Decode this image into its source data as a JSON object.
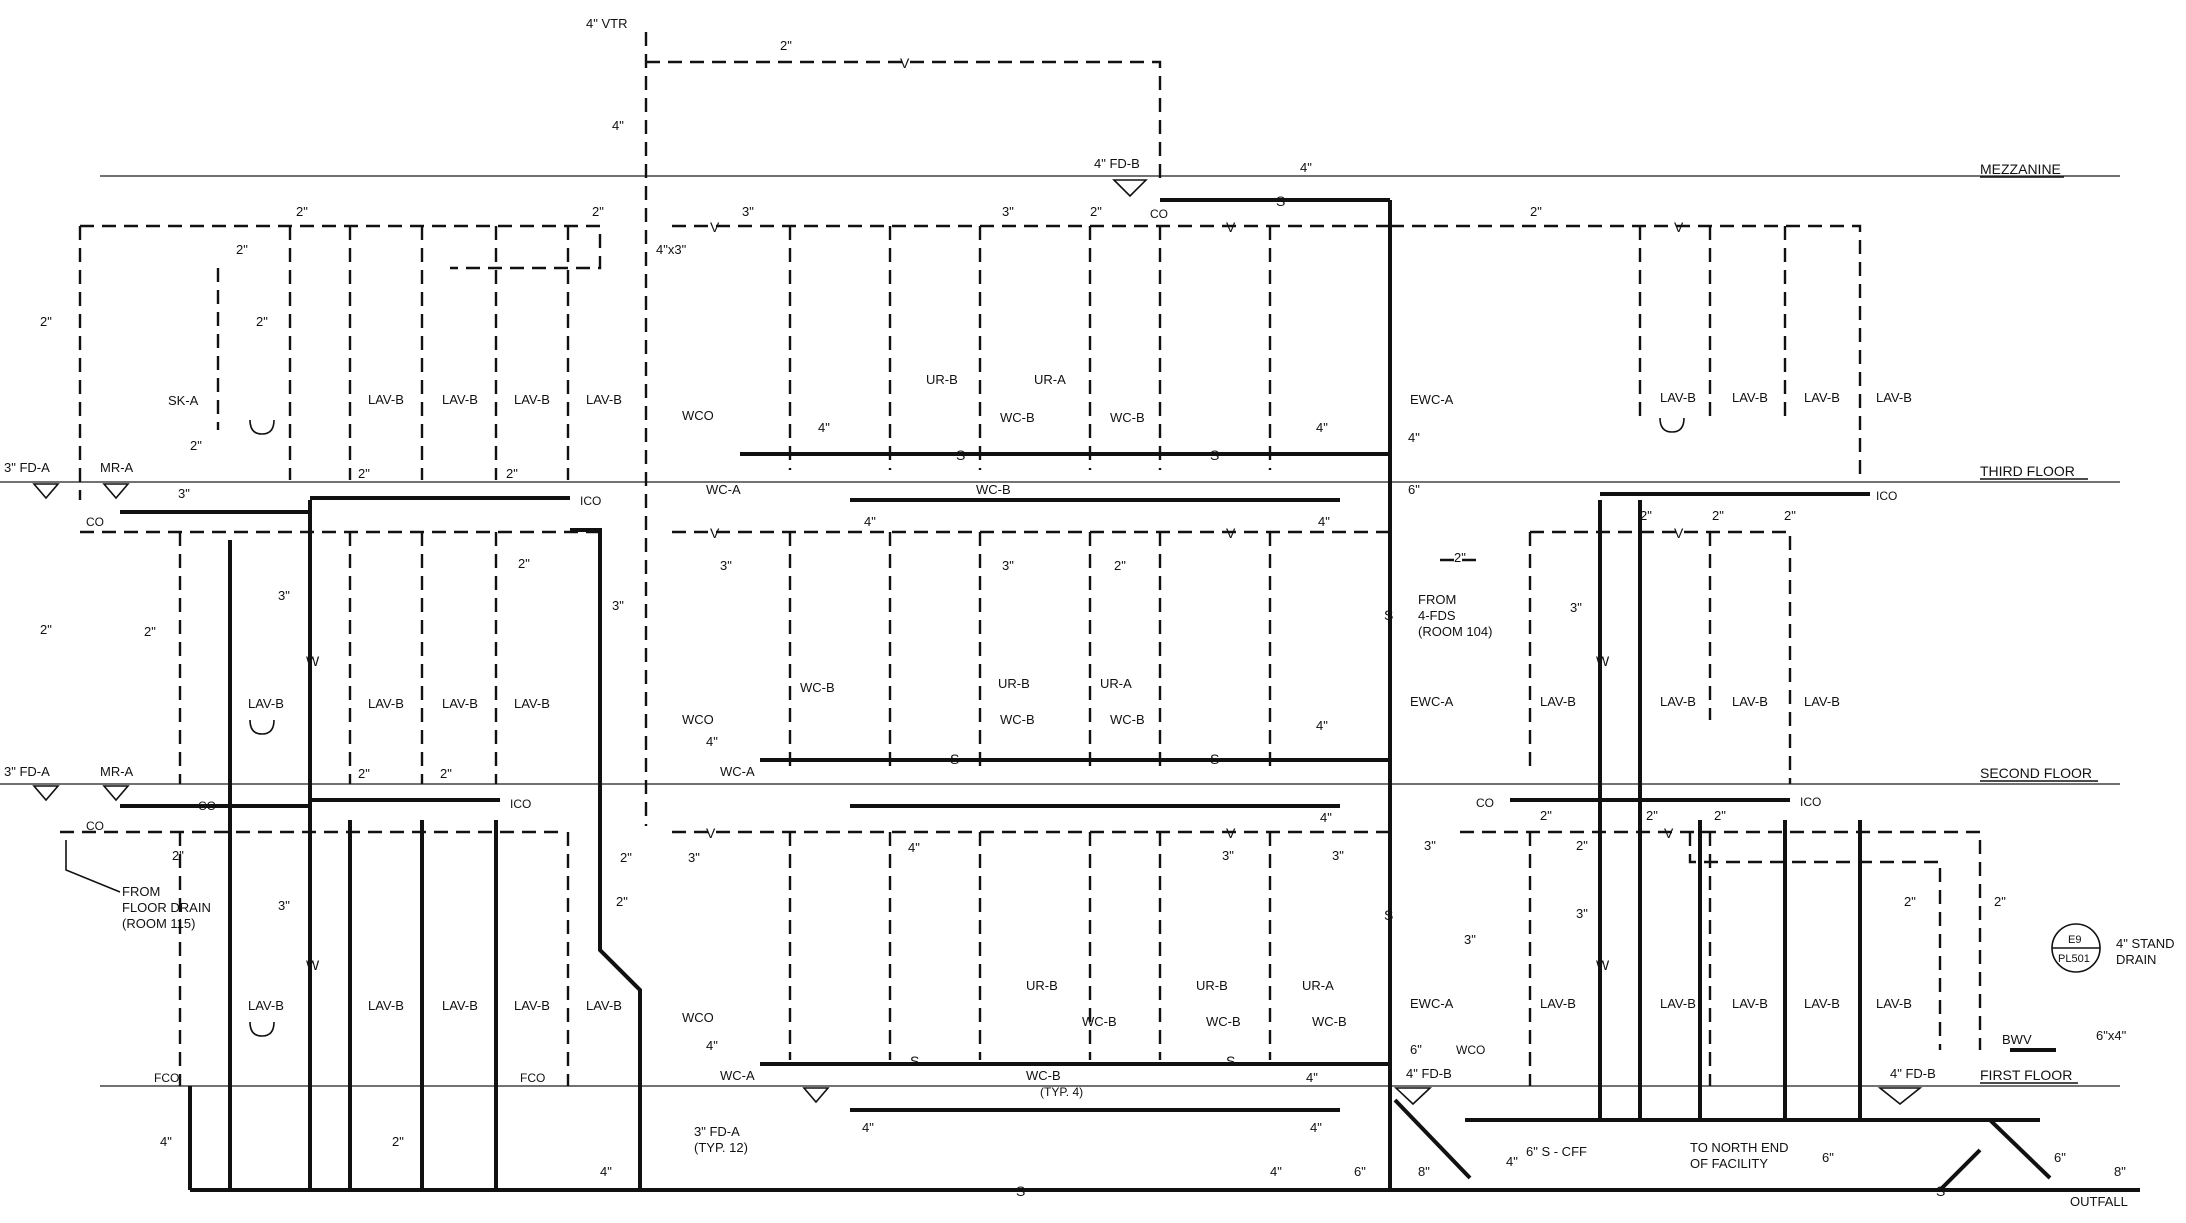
{
  "floors": {
    "mezzanine": "MEZZANINE",
    "third": "THIRD FLOOR",
    "second": "SECOND FLOOR",
    "first": "FIRST FLOOR"
  },
  "line_codes": {
    "vent": "V",
    "sanitary": "S",
    "water": "W"
  },
  "fixtures": {
    "lav_b": "LAV-B",
    "wc_b": "WC-B",
    "wc_a": "WC-A",
    "ur_a": "UR-A",
    "ur_b": "UR-B",
    "sk_a": "SK-A",
    "mr_a": "MR-A",
    "ewc_a": "EWC-A",
    "fd_a_3": "3\" FD-A",
    "fd_b_4": "4\" FD-B",
    "fd_a_typ": "3\" FD-A",
    "typ12": "(TYP. 12)",
    "typ4": "(TYP. 4)"
  },
  "fittings": {
    "co": "CO",
    "ico": "ICO",
    "wco": "WCO",
    "fco": "FCO",
    "bwv": "BWV",
    "vtr": "4\" VTR",
    "reducer": "4\"x3\"",
    "reducer2": "6\"x4\""
  },
  "sizes": {
    "s2": "2\"",
    "s3": "3\"",
    "s4": "4\"",
    "s6": "6\"",
    "s8": "8\""
  },
  "notes": {
    "from_floor_drain": [
      "FROM",
      "FLOOR DRAIN",
      "(ROOM 115)"
    ],
    "from_fds": [
      "FROM",
      "4-FDS",
      "(ROOM 104)"
    ],
    "north_end": [
      "TO NORTH END",
      "OF FACILITY"
    ],
    "cff": "6\" S - CFF",
    "outfall": "OUTFALL",
    "stand_drain": [
      "4\" STAND",
      "DRAIN"
    ],
    "detail_ref": [
      "E9",
      "PL501"
    ]
  }
}
